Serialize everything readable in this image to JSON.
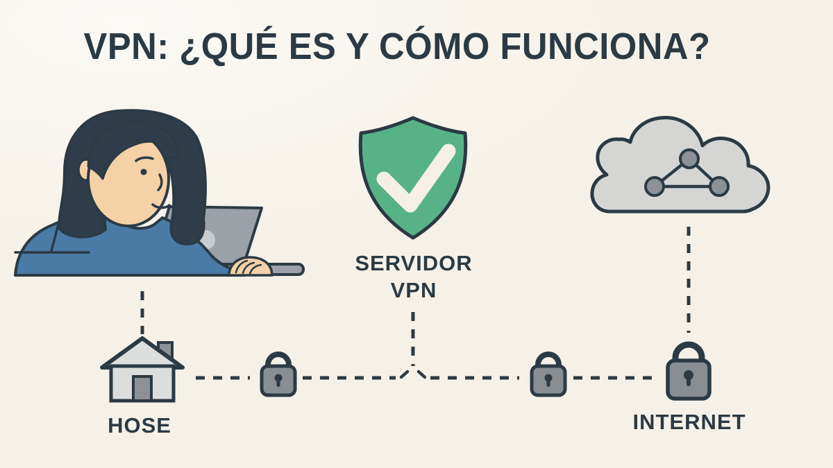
{
  "title": "VPN: ¿QUÉ ES Y CÓMO FUNCIONA?",
  "diagram": {
    "server_label_line1": "SERVIDOR",
    "server_label_line2": "VPN",
    "home_label": "HOSE",
    "internet_label": "INTERNET"
  },
  "icons": {
    "person": "person-at-laptop-illustration",
    "vpn_server": "shield-check-icon",
    "internet": "cloud-network-icon",
    "home": "house-icon",
    "encryption": "padlock-icon",
    "connections": "dashed-line-connector"
  },
  "colors": {
    "background": "#f6f1e8",
    "ink": "#2b3a44",
    "shield_green": "#58b287",
    "check_cream": "#f4f0e8",
    "cloud_gray": "#d5d6d4",
    "node_gray": "#8b9195",
    "lock_gray": "#888e92",
    "house_gray": "#dcdedd",
    "door_gray": "#8b9195",
    "laptop_gray": "#9ba1a6",
    "laptop_logo": "#c9cccf",
    "sweater_blue": "#4a7ba7",
    "skin": "#f4d1a6",
    "hair": "#2e3d49",
    "dash": "#2d3a42"
  }
}
